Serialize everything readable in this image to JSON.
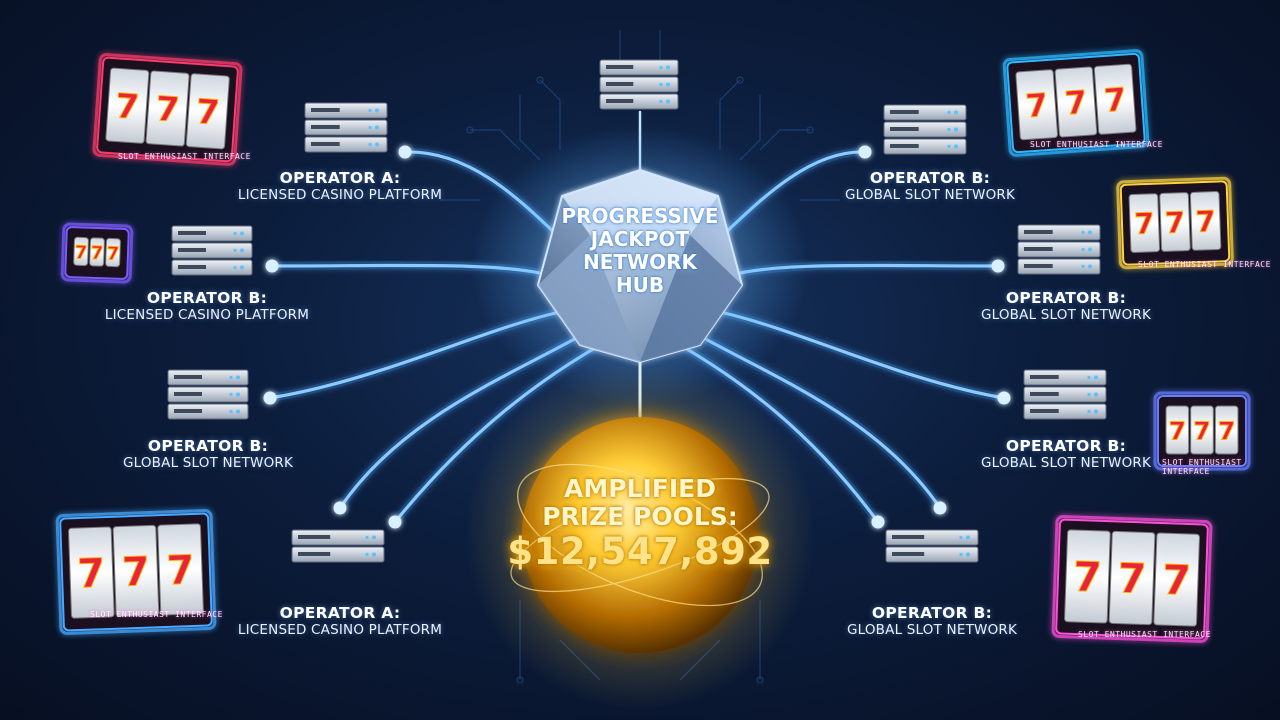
{
  "hub": {
    "lines": [
      "PROGRESSIVE",
      "JACKPOT",
      "NETWORK",
      "HUB"
    ]
  },
  "prize": {
    "line1": "AMPLIFIED",
    "line2": "PRIZE POOLS:",
    "amount": "$12,547,892"
  },
  "operators": [
    {
      "title": "OPERATOR A:",
      "subtitle": "LICENSED CASINO PLATFORM"
    },
    {
      "title": "OPERATOR B:",
      "subtitle": "LICENSED CASINO PLATFORM"
    },
    {
      "title": "OPERATOR B:",
      "subtitle": "GLOBAL SLOT NETWORK"
    },
    {
      "title": "OPERATOR A:",
      "subtitle": "LICENSED CASINO PLATFORM"
    },
    {
      "title": "OPERATOR B:",
      "subtitle": "GLOBAL SLOT NETWORK"
    },
    {
      "title": "OPERATOR B:",
      "subtitle": "GLOBAL SLOT NETWORK"
    },
    {
      "title": "OPERATOR B:",
      "subtitle": "GLOBAL SLOT NETWORK"
    },
    {
      "title": "OPERATOR B:",
      "subtitle": "GLOBAL SLOT NETWORK"
    }
  ],
  "slot_machines": [
    {
      "caption": "SLOT ENTHUSIAST INTERFACE",
      "reels": [
        "7",
        "7",
        "7"
      ]
    },
    {
      "caption": "",
      "reels": [
        "7",
        "7",
        "7"
      ]
    },
    {
      "caption": "SLOT ENTHUSIAST INTERFACE",
      "reels": [
        "7",
        "7",
        "7"
      ]
    },
    {
      "caption": "SLOT ENTHUSIAST INTERFACE",
      "reels": [
        "7",
        "7",
        "7"
      ]
    },
    {
      "caption": "SLOT ENTHUSIAST INTERFACE",
      "reels": [
        "7",
        "7",
        "7"
      ]
    },
    {
      "caption": "SLOT ENTHUSIAST INTERFACE",
      "reels": [
        "7",
        "7",
        "7"
      ]
    },
    {
      "caption": "SLOT ENTHUSIAST INTERFACE",
      "reels": [
        "7",
        "7",
        "7"
      ]
    }
  ],
  "colors": {
    "background": "#0c1d3c",
    "connector": "#4aa8ff",
    "connector_glow": "#9fd4ff",
    "prize_gold": "#ffc21a",
    "hub_glow": "#7cc4ff",
    "slot_red": "#e8243a",
    "slot_gold": "#ffb400"
  }
}
